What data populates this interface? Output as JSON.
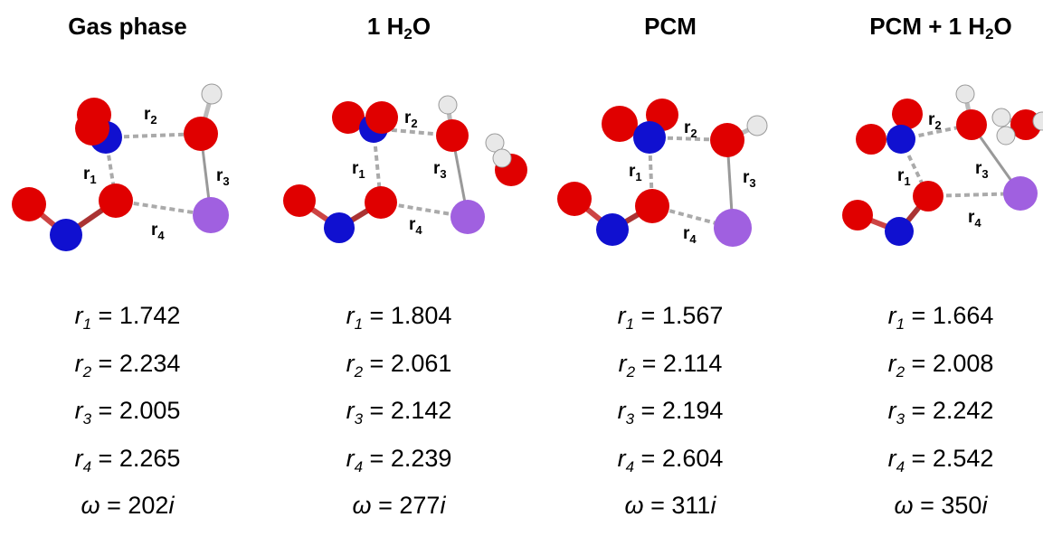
{
  "panels": [
    {
      "title_main": "Gas phase",
      "title_sub": "",
      "title_tail": "",
      "r1": "1.742",
      "r2": "2.234",
      "r3": "2.005",
      "r4": "2.265",
      "omega": "202"
    },
    {
      "title_main": "1 H",
      "title_sub": "2",
      "title_tail": "O",
      "r1": "1.804",
      "r2": "2.061",
      "r3": "2.142",
      "r4": "2.239",
      "omega": "277"
    },
    {
      "title_main": "PCM",
      "title_sub": "",
      "title_tail": "",
      "r1": "1.567",
      "r2": "2.114",
      "r3": "2.194",
      "r4": "2.604",
      "omega": "311"
    },
    {
      "title_main": "PCM + 1 H",
      "title_sub": "2",
      "title_tail": "O",
      "r1": "1.664",
      "r2": "2.008",
      "r3": "2.242",
      "r4": "2.542",
      "omega": "350"
    }
  ],
  "bond_label_letter": "r",
  "bond_labels": [
    "1",
    "2",
    "3",
    "4"
  ],
  "freq_symbol": "ω",
  "imag_unit": "i",
  "equals": "=",
  "atom_colors": {
    "oxygen": "#e00000",
    "nitrogen": "#1010d0",
    "hydrogen": "#e8e8e8",
    "metal": "#a060e0"
  }
}
